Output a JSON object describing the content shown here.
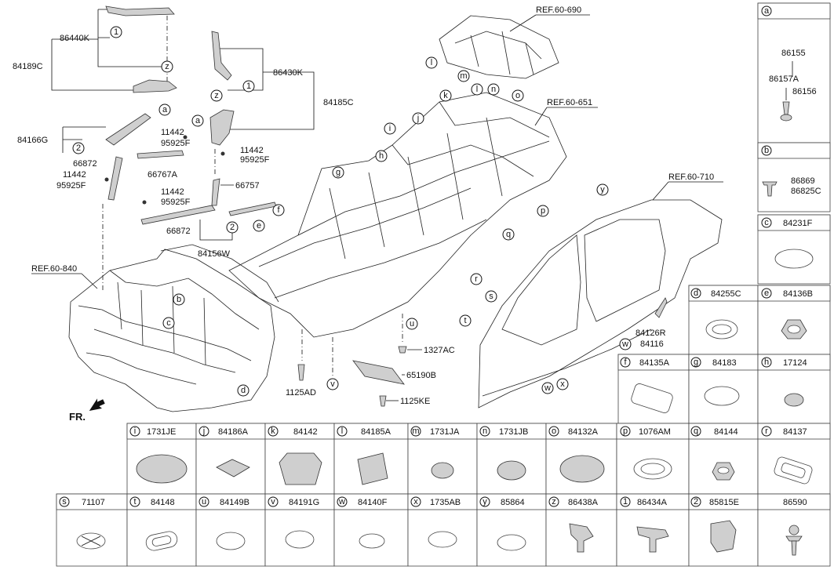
{
  "refs": [
    "REF.60-690",
    "REF.60-651",
    "REF.60-710",
    "REF.60-840"
  ],
  "direction_label": "FR.",
  "callouts": [
    {
      "id": "c1",
      "text": "86440K"
    },
    {
      "id": "c2",
      "text": "84189C"
    },
    {
      "id": "c3",
      "text": "86430K"
    },
    {
      "id": "c4",
      "text": "84185C"
    },
    {
      "id": "c5",
      "text": "84166G"
    },
    {
      "id": "c6",
      "text": "11442"
    },
    {
      "id": "c7",
      "text": "95925F"
    },
    {
      "id": "c8",
      "text": "11442"
    },
    {
      "id": "c9",
      "text": "95925F"
    },
    {
      "id": "c10",
      "text": "66872"
    },
    {
      "id": "c11",
      "text": "66767A"
    },
    {
      "id": "c12",
      "text": "11442"
    },
    {
      "id": "c13",
      "text": "95925F"
    },
    {
      "id": "c14",
      "text": "66757"
    },
    {
      "id": "c15",
      "text": "11442"
    },
    {
      "id": "c16",
      "text": "95925F"
    },
    {
      "id": "c17",
      "text": "66872"
    },
    {
      "id": "c18",
      "text": "84156W"
    },
    {
      "id": "c19",
      "text": "1327AC"
    },
    {
      "id": "c20",
      "text": "65190B"
    },
    {
      "id": "c21",
      "text": "1125AD"
    },
    {
      "id": "c22",
      "text": "1125KE"
    },
    {
      "id": "c23",
      "text": "84126R"
    },
    {
      "id": "c24",
      "text": "84116"
    }
  ],
  "markers": [
    "1",
    "z",
    "1",
    "z",
    "a",
    "a",
    "2",
    "2",
    "l",
    "m",
    "l",
    "n",
    "o",
    "k",
    "j",
    "i",
    "h",
    "g",
    "f",
    "e",
    "b",
    "c",
    "d",
    "y",
    "p",
    "q",
    "r",
    "s",
    "t",
    "u",
    "v",
    "w",
    "w",
    "x"
  ],
  "legend_a": {
    "letter": "a",
    "parts": [
      "86155",
      "86157A",
      "86156"
    ]
  },
  "legend_b": {
    "letter": "b",
    "parts": [
      "86869",
      "86825C"
    ]
  },
  "legend_c": {
    "letter": "c",
    "part": "84231F"
  },
  "row_de": [
    {
      "letter": "d",
      "part": "84255C"
    },
    {
      "letter": "e",
      "part": "84136B"
    }
  ],
  "row_fgh": [
    {
      "letter": "f",
      "part": "84135A"
    },
    {
      "letter": "g",
      "part": "84183"
    },
    {
      "letter": "h",
      "part": "17124"
    }
  ],
  "row_i_r": [
    {
      "letter": "i",
      "part": "1731JE"
    },
    {
      "letter": "j",
      "part": "84186A"
    },
    {
      "letter": "k",
      "part": "84142"
    },
    {
      "letter": "l",
      "part": "84185A"
    },
    {
      "letter": "m",
      "part": "1731JA"
    },
    {
      "letter": "n",
      "part": "1731JB"
    },
    {
      "letter": "o",
      "part": "84132A"
    },
    {
      "letter": "p",
      "part": "1076AM"
    },
    {
      "letter": "q",
      "part": "84144"
    },
    {
      "letter": "r",
      "part": "84137"
    }
  ],
  "row_s_end": [
    {
      "letter": "s",
      "part": "71107"
    },
    {
      "letter": "t",
      "part": "84148"
    },
    {
      "letter": "u",
      "part": "84149B"
    },
    {
      "letter": "v",
      "part": "84191G"
    },
    {
      "letter": "w",
      "part": "84140F"
    },
    {
      "letter": "x",
      "part": "1735AB"
    },
    {
      "letter": "y",
      "part": "85864"
    },
    {
      "letter": "z",
      "part": "86438A"
    },
    {
      "letter": "1",
      "part": "86434A"
    },
    {
      "letter": "2",
      "part": "85815E"
    },
    {
      "letter": "",
      "part": "86590"
    }
  ]
}
